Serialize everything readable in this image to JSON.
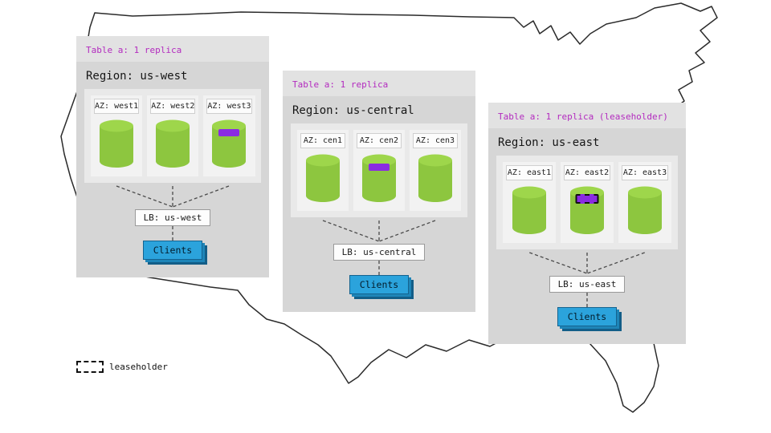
{
  "colors": {
    "accent_purple_text": "#b32bbf",
    "replica_patch_purple": "#8a2be2",
    "database_green": "#8dc63f",
    "database_green_top": "#9ed64b",
    "clients_blue": "#2ba3dc",
    "panel_gray": "#d6d6d6"
  },
  "legend": {
    "label": "leaseholder"
  },
  "regions": [
    {
      "id": "us-west",
      "table_label": "Table a: 1 replica",
      "region_label": "Region: us-west",
      "azs": [
        {
          "label": "AZ: west1",
          "replica": false,
          "leaseholder": false
        },
        {
          "label": "AZ: west2",
          "replica": false,
          "leaseholder": false
        },
        {
          "label": "AZ: west3",
          "replica": true,
          "leaseholder": false
        }
      ],
      "lb_label": "LB: us-west",
      "clients_label": "Clients"
    },
    {
      "id": "us-central",
      "table_label": "Table a: 1 replica",
      "region_label": "Region: us-central",
      "azs": [
        {
          "label": "AZ: cen1",
          "replica": false,
          "leaseholder": false
        },
        {
          "label": "AZ: cen2",
          "replica": true,
          "leaseholder": false
        },
        {
          "label": "AZ: cen3",
          "replica": false,
          "leaseholder": false
        }
      ],
      "lb_label": "LB: us-central",
      "clients_label": "Clients"
    },
    {
      "id": "us-east",
      "table_label": "Table a: 1 replica (leaseholder)",
      "region_label": "Region: us-east",
      "azs": [
        {
          "label": "AZ: east1",
          "replica": false,
          "leaseholder": false
        },
        {
          "label": "AZ: east2",
          "replica": true,
          "leaseholder": true
        },
        {
          "label": "AZ: east3",
          "replica": false,
          "leaseholder": false
        }
      ],
      "lb_label": "LB: us-east",
      "clients_label": "Clients"
    }
  ]
}
